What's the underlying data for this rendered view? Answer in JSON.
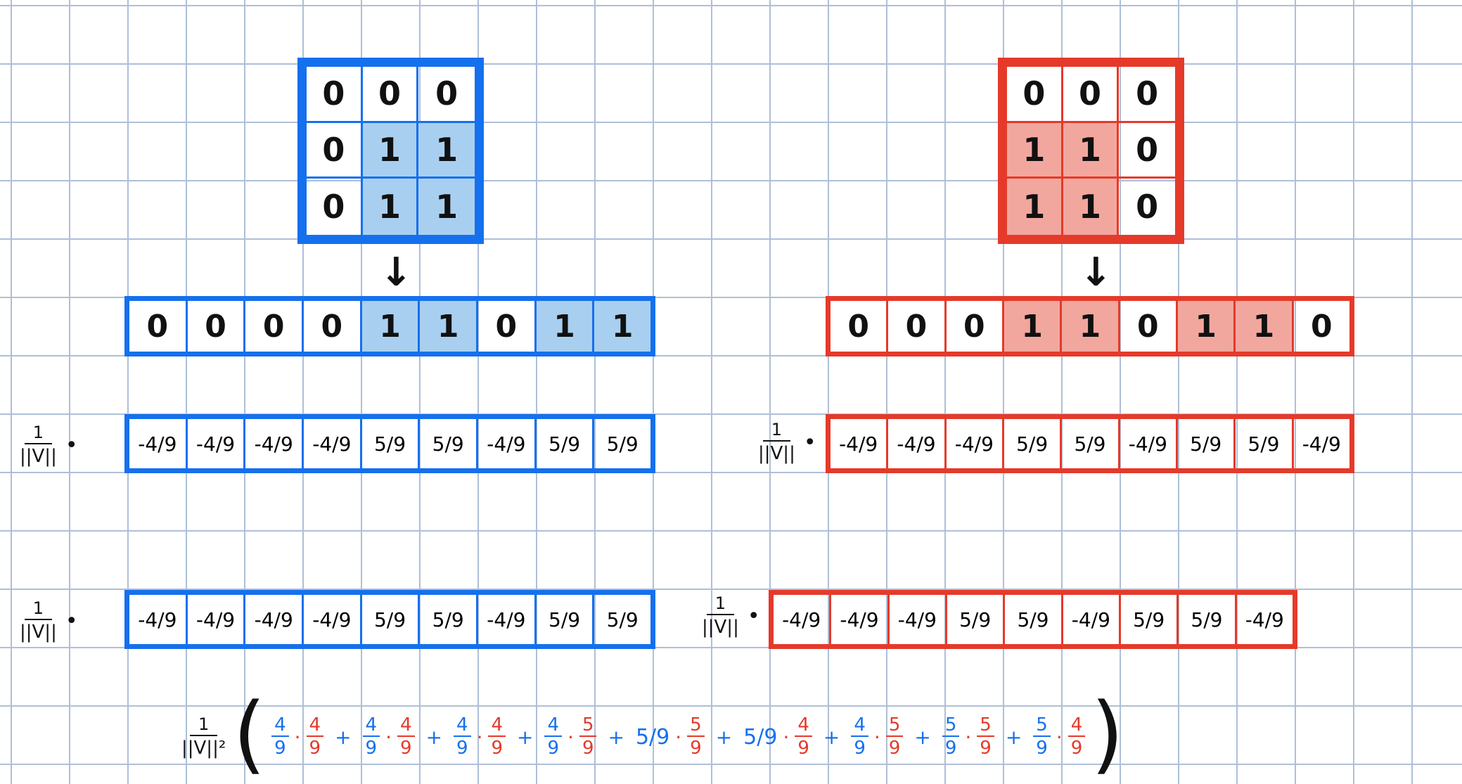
{
  "left": {
    "matrix": [
      [
        "0",
        "0",
        "0"
      ],
      [
        "0",
        "1",
        "1"
      ],
      [
        "0",
        "1",
        "1"
      ]
    ],
    "highlight": [
      [
        1,
        1
      ],
      [
        1,
        2
      ],
      [
        2,
        1
      ],
      [
        2,
        2
      ]
    ],
    "flat": [
      "0",
      "0",
      "0",
      "0",
      "1",
      "1",
      "0",
      "1",
      "1"
    ],
    "flat_highlight": [
      4,
      5,
      7,
      8
    ],
    "arrow": "↓",
    "norm": {
      "num": "1",
      "den": "||V||",
      "dot": "•"
    },
    "normalized": [
      "-4/9",
      "-4/9",
      "-4/9",
      "-4/9",
      "5/9",
      "5/9",
      "-4/9",
      "5/9",
      "5/9"
    ],
    "normalized_copy": [
      "-4/9",
      "-4/9",
      "-4/9",
      "-4/9",
      "5/9",
      "5/9",
      "-4/9",
      "5/9",
      "5/9"
    ]
  },
  "right": {
    "matrix": [
      [
        "0",
        "0",
        "0"
      ],
      [
        "1",
        "1",
        "0"
      ],
      [
        "1",
        "1",
        "0"
      ]
    ],
    "highlight": [
      [
        1,
        0
      ],
      [
        1,
        1
      ],
      [
        2,
        0
      ],
      [
        2,
        1
      ]
    ],
    "flat": [
      "0",
      "0",
      "0",
      "1",
      "1",
      "0",
      "1",
      "1",
      "0"
    ],
    "flat_highlight": [
      3,
      4,
      6,
      7
    ],
    "arrow": "↓",
    "norm": {
      "num": "1",
      "den": "||V||",
      "dot": "•"
    },
    "normalized": [
      "-4/9",
      "-4/9",
      "-4/9",
      "5/9",
      "5/9",
      "-4/9",
      "5/9",
      "5/9",
      "-4/9"
    ],
    "normalized_copy": [
      "-4/9",
      "-4/9",
      "-4/9",
      "5/9",
      "5/9",
      "-4/9",
      "5/9",
      "5/9",
      "-4/9"
    ]
  },
  "equation": {
    "prefix": {
      "num": "1",
      "den": "||V||²"
    },
    "open_paren": "(",
    "close_paren": ")",
    "plus": "+",
    "times": "·",
    "terms": [
      {
        "a": {
          "n": "4",
          "d": "9",
          "style": "stacked"
        },
        "b": {
          "n": "4",
          "d": "9",
          "style": "stacked"
        }
      },
      {
        "a": {
          "n": "4",
          "d": "9",
          "style": "stacked"
        },
        "b": {
          "n": "4",
          "d": "9",
          "style": "stacked"
        }
      },
      {
        "a": {
          "n": "4",
          "d": "9",
          "style": "stacked"
        },
        "b": {
          "n": "4",
          "d": "9",
          "style": "stacked"
        }
      },
      {
        "a": {
          "n": "4",
          "d": "9",
          "style": "stacked"
        },
        "b": {
          "n": "5",
          "d": "9",
          "style": "stacked"
        }
      },
      {
        "a": {
          "text": "5/9",
          "style": "inline"
        },
        "b": {
          "n": "5",
          "d": "9",
          "style": "stacked"
        }
      },
      {
        "a": {
          "text": "5/9",
          "style": "inline"
        },
        "b": {
          "n": "4",
          "d": "9",
          "style": "stacked"
        }
      },
      {
        "a": {
          "n": "4",
          "d": "9",
          "style": "stacked"
        },
        "b": {
          "n": "5",
          "d": "9",
          "style": "stacked"
        }
      },
      {
        "a": {
          "n": "5",
          "d": "9",
          "style": "stacked"
        },
        "b": {
          "n": "5",
          "d": "9",
          "style": "stacked"
        }
      },
      {
        "a": {
          "n": "5",
          "d": "9",
          "style": "stacked"
        },
        "b": {
          "n": "4",
          "d": "9",
          "style": "stacked"
        }
      }
    ]
  },
  "colors": {
    "blue": "#1570ee",
    "red": "#e53a2a",
    "grid": "#aebfd8",
    "blue_fill": "#a9cff0",
    "red_fill": "#f2a79e"
  }
}
